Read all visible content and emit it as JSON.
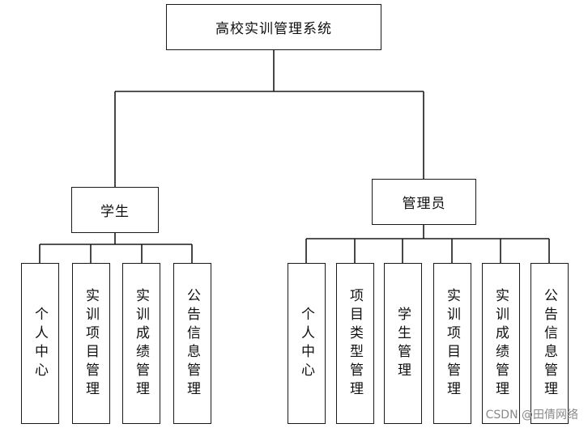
{
  "root": {
    "label": "高校实训管理系统"
  },
  "branches": [
    {
      "label": "学生",
      "children": [
        "个人中心",
        "实训项目管理",
        "实训成绩管理",
        "公告信息管理"
      ]
    },
    {
      "label": "管理员",
      "children": [
        "个人中心",
        "项目类型管理",
        "学生管理",
        "实训项目管理",
        "实训成绩管理",
        "公告信息管理"
      ]
    }
  ],
  "watermark": "CSDN @田倩网络",
  "colors": {
    "line": "#1a1a1a",
    "border": "#1a1a1a",
    "watermark": "#8a8a8a"
  }
}
